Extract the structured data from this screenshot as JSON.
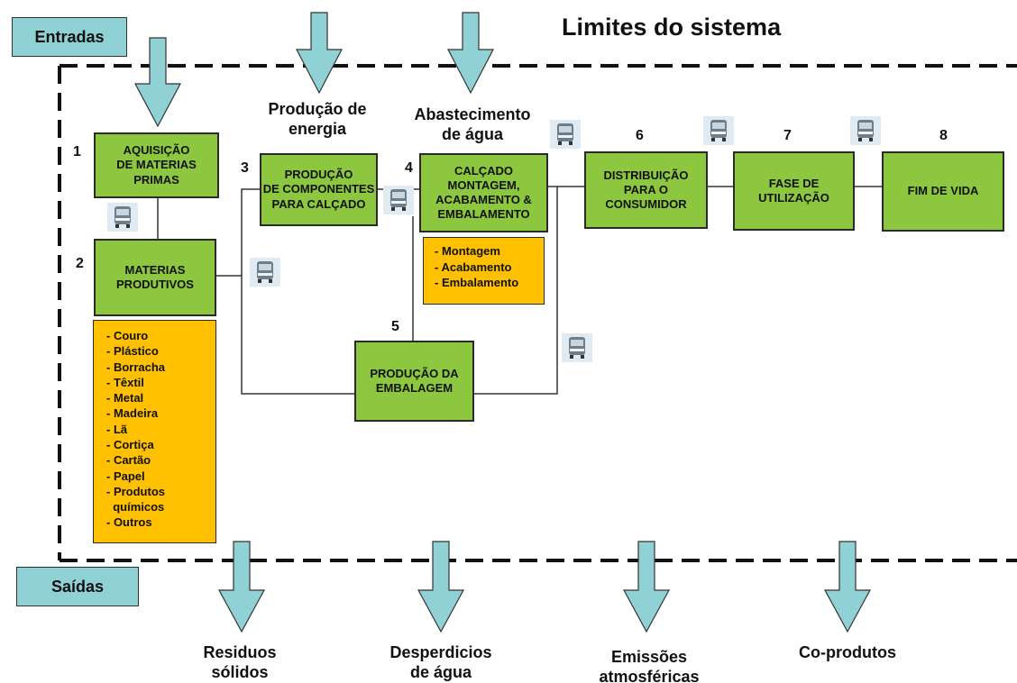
{
  "title": "Limites do sistema",
  "inputs_label": "Entradas",
  "outputs_label": "Saídas",
  "top_labels": {
    "energy": [
      "Produção de",
      "energia"
    ],
    "water": [
      "Abastecimento",
      "de água"
    ]
  },
  "steps": [
    {
      "num": "1",
      "lines": [
        "AQUISIÇÃO",
        "DE MATERIAS",
        "PRIMAS"
      ]
    },
    {
      "num": "2",
      "lines": [
        "MATERIAS",
        "PRODUTIVOS"
      ]
    },
    {
      "num": "3",
      "lines": [
        "PRODUÇÃO",
        "DE COMPONENTES",
        "PARA CALÇADO"
      ]
    },
    {
      "num": "4",
      "lines": [
        "CALÇADO",
        "MONTAGEM,",
        "ACABAMENTO &",
        "EMBALAMENTO"
      ]
    },
    {
      "num": "5",
      "lines": [
        "PRODUÇÃO DA",
        "EMBALAGEM"
      ]
    },
    {
      "num": "6",
      "lines": [
        "DISTRIBUIÇÃO",
        "PARA O",
        "CONSUMIDOR"
      ]
    },
    {
      "num": "7",
      "lines": [
        "FASE DE",
        "UTILIZAÇÃO"
      ]
    },
    {
      "num": "8",
      "lines": [
        "FIM DE VIDA"
      ]
    }
  ],
  "materials_list": [
    "- Couro",
    "- Plástico",
    "- Borracha",
    "- Têxtil",
    "- Metal",
    "- Madeira",
    "- Lã",
    "- Cortiça",
    "- Cartão",
    "- Papel",
    "- Produtos",
    "  químicos",
    "- Outros"
  ],
  "assembly_list": [
    "- Montagem",
    "- Acabamento",
    "- Embalamento"
  ],
  "outputs": [
    [
      "Residuos",
      "sólidos"
    ],
    [
      "Desperdicios",
      "de água"
    ],
    [
      "Emissões",
      "atmosféricas"
    ],
    [
      "Co-produtos"
    ]
  ],
  "colors": {
    "process_box": "#8dc63f",
    "list_box": "#ffc000",
    "arrow": "#8fd1d4",
    "label_box": "#8fd1d4"
  },
  "icons": [
    "truck-icon"
  ]
}
